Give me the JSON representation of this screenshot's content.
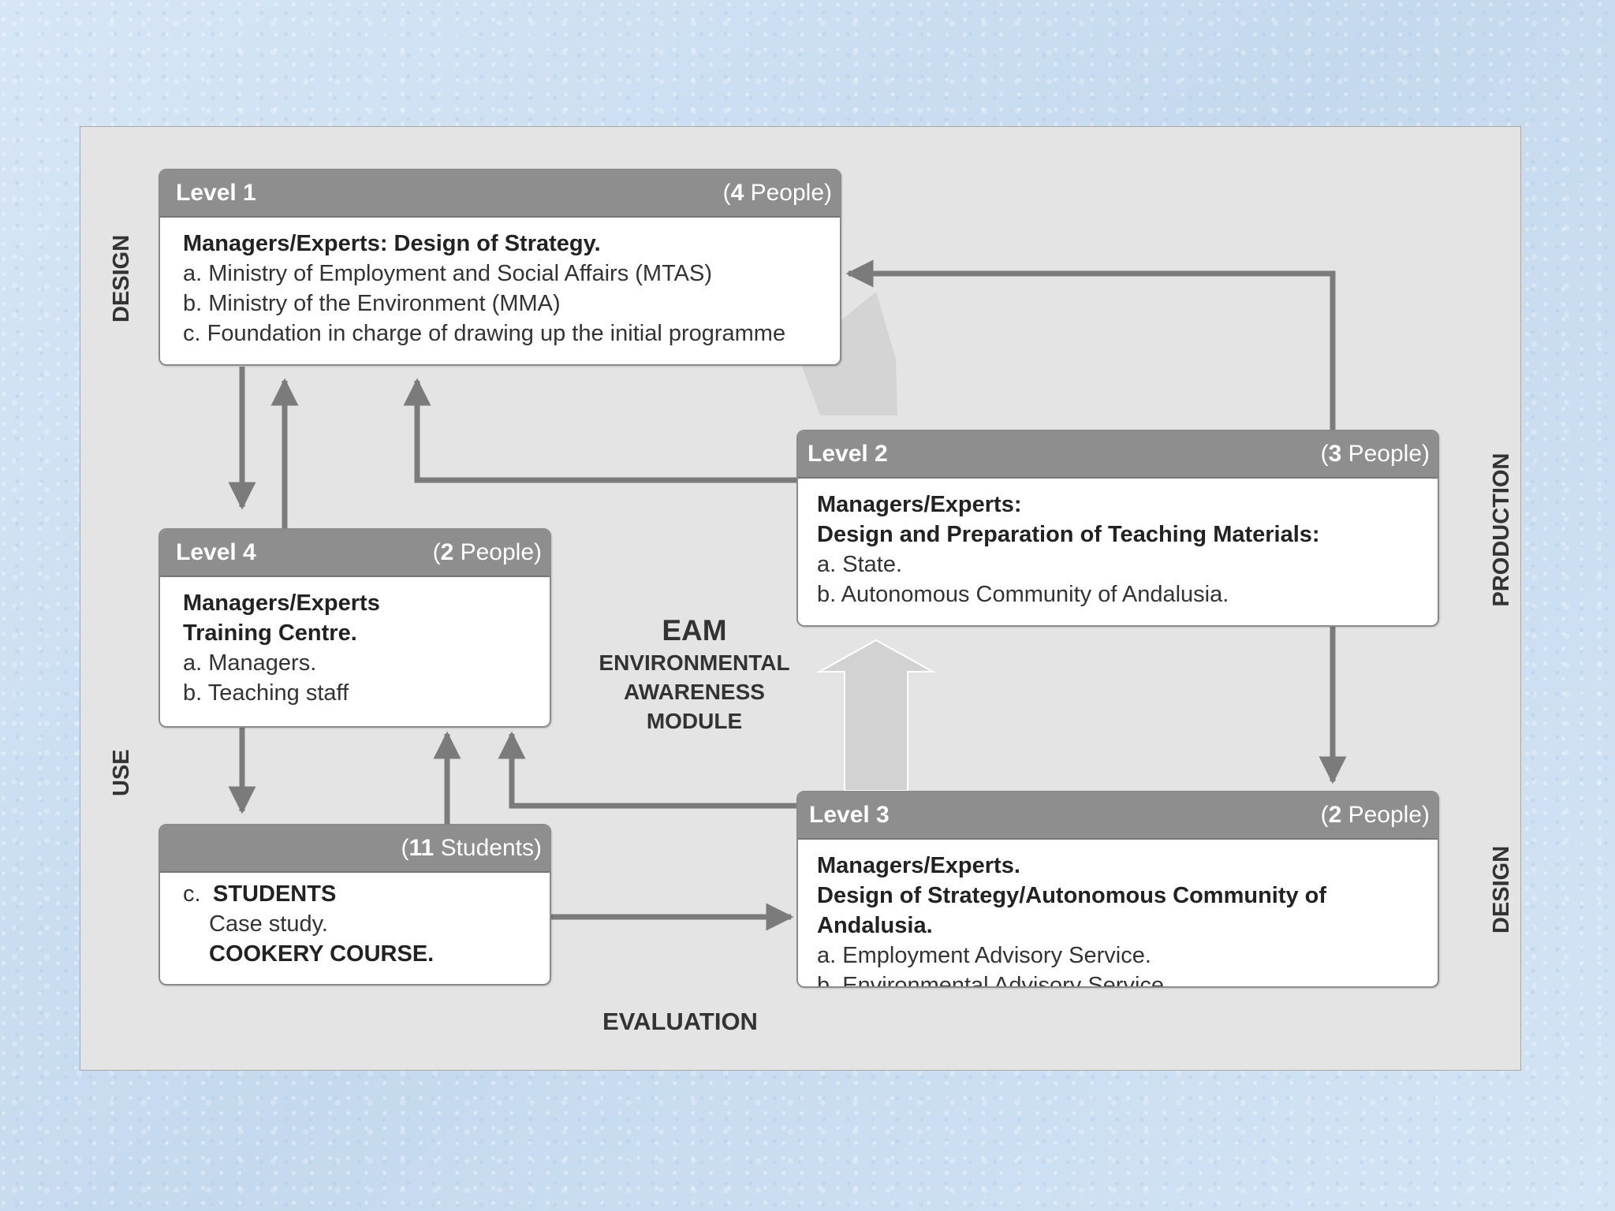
{
  "side_labels": {
    "design_top": "DESIGN",
    "use": "USE",
    "production": "PRODUCTION",
    "design_bottom": "DESIGN",
    "evaluation": "EVALUATION"
  },
  "eam": {
    "acronym": "EAM",
    "line1": "ENVIRONMENTAL",
    "line2": "AWARENESS",
    "line3": "MODULE"
  },
  "level1": {
    "level": "Level 1",
    "count_open": "(",
    "count_num": "4",
    "count_rest": " People)",
    "title": "Managers/Experts: Design of Strategy.",
    "items": [
      "a. Ministry of Employment and Social Affairs (MTAS)",
      "b. Ministry of the Environment (MMA)",
      "c. Foundation in charge of drawing up the initial programme"
    ]
  },
  "level2": {
    "level": "Level 2",
    "count_open": "(",
    "count_num": "3",
    "count_rest": " People)",
    "title1": "Managers/Experts:",
    "title2": "Design and Preparation of Teaching Materials:",
    "items": [
      "a. State.",
      "b. Autonomous Community of  Andalusia."
    ]
  },
  "level4": {
    "level": "Level 4",
    "count_open": "(",
    "count_num": "2",
    "count_rest": " People)",
    "title1": "Managers/Experts",
    "title2": "Training Centre.",
    "items": [
      "a. Managers.",
      "b. Teaching staff"
    ]
  },
  "level3": {
    "level": "Level 3",
    "count_open": "(",
    "count_num": "2",
    "count_rest": " People)",
    "title1": "Managers/Experts.",
    "title2": "Design of Strategy/Autonomous Community of Andalusia.",
    "items": [
      "a. Employment Advisory Service.",
      "b. Environmental Advisory Service."
    ]
  },
  "students": {
    "count_open": "(",
    "count_num": "11",
    "count_rest": " Students)",
    "prefix": "c.",
    "title": "STUDENTS",
    "line2": "Case study.",
    "line3": "COOKERY COURSE."
  },
  "colors": {
    "arrow": "#7b7b7b",
    "big_arrow": "#cfcfcf",
    "header": "#8e8e8e",
    "panel": "#e4e4e4"
  }
}
